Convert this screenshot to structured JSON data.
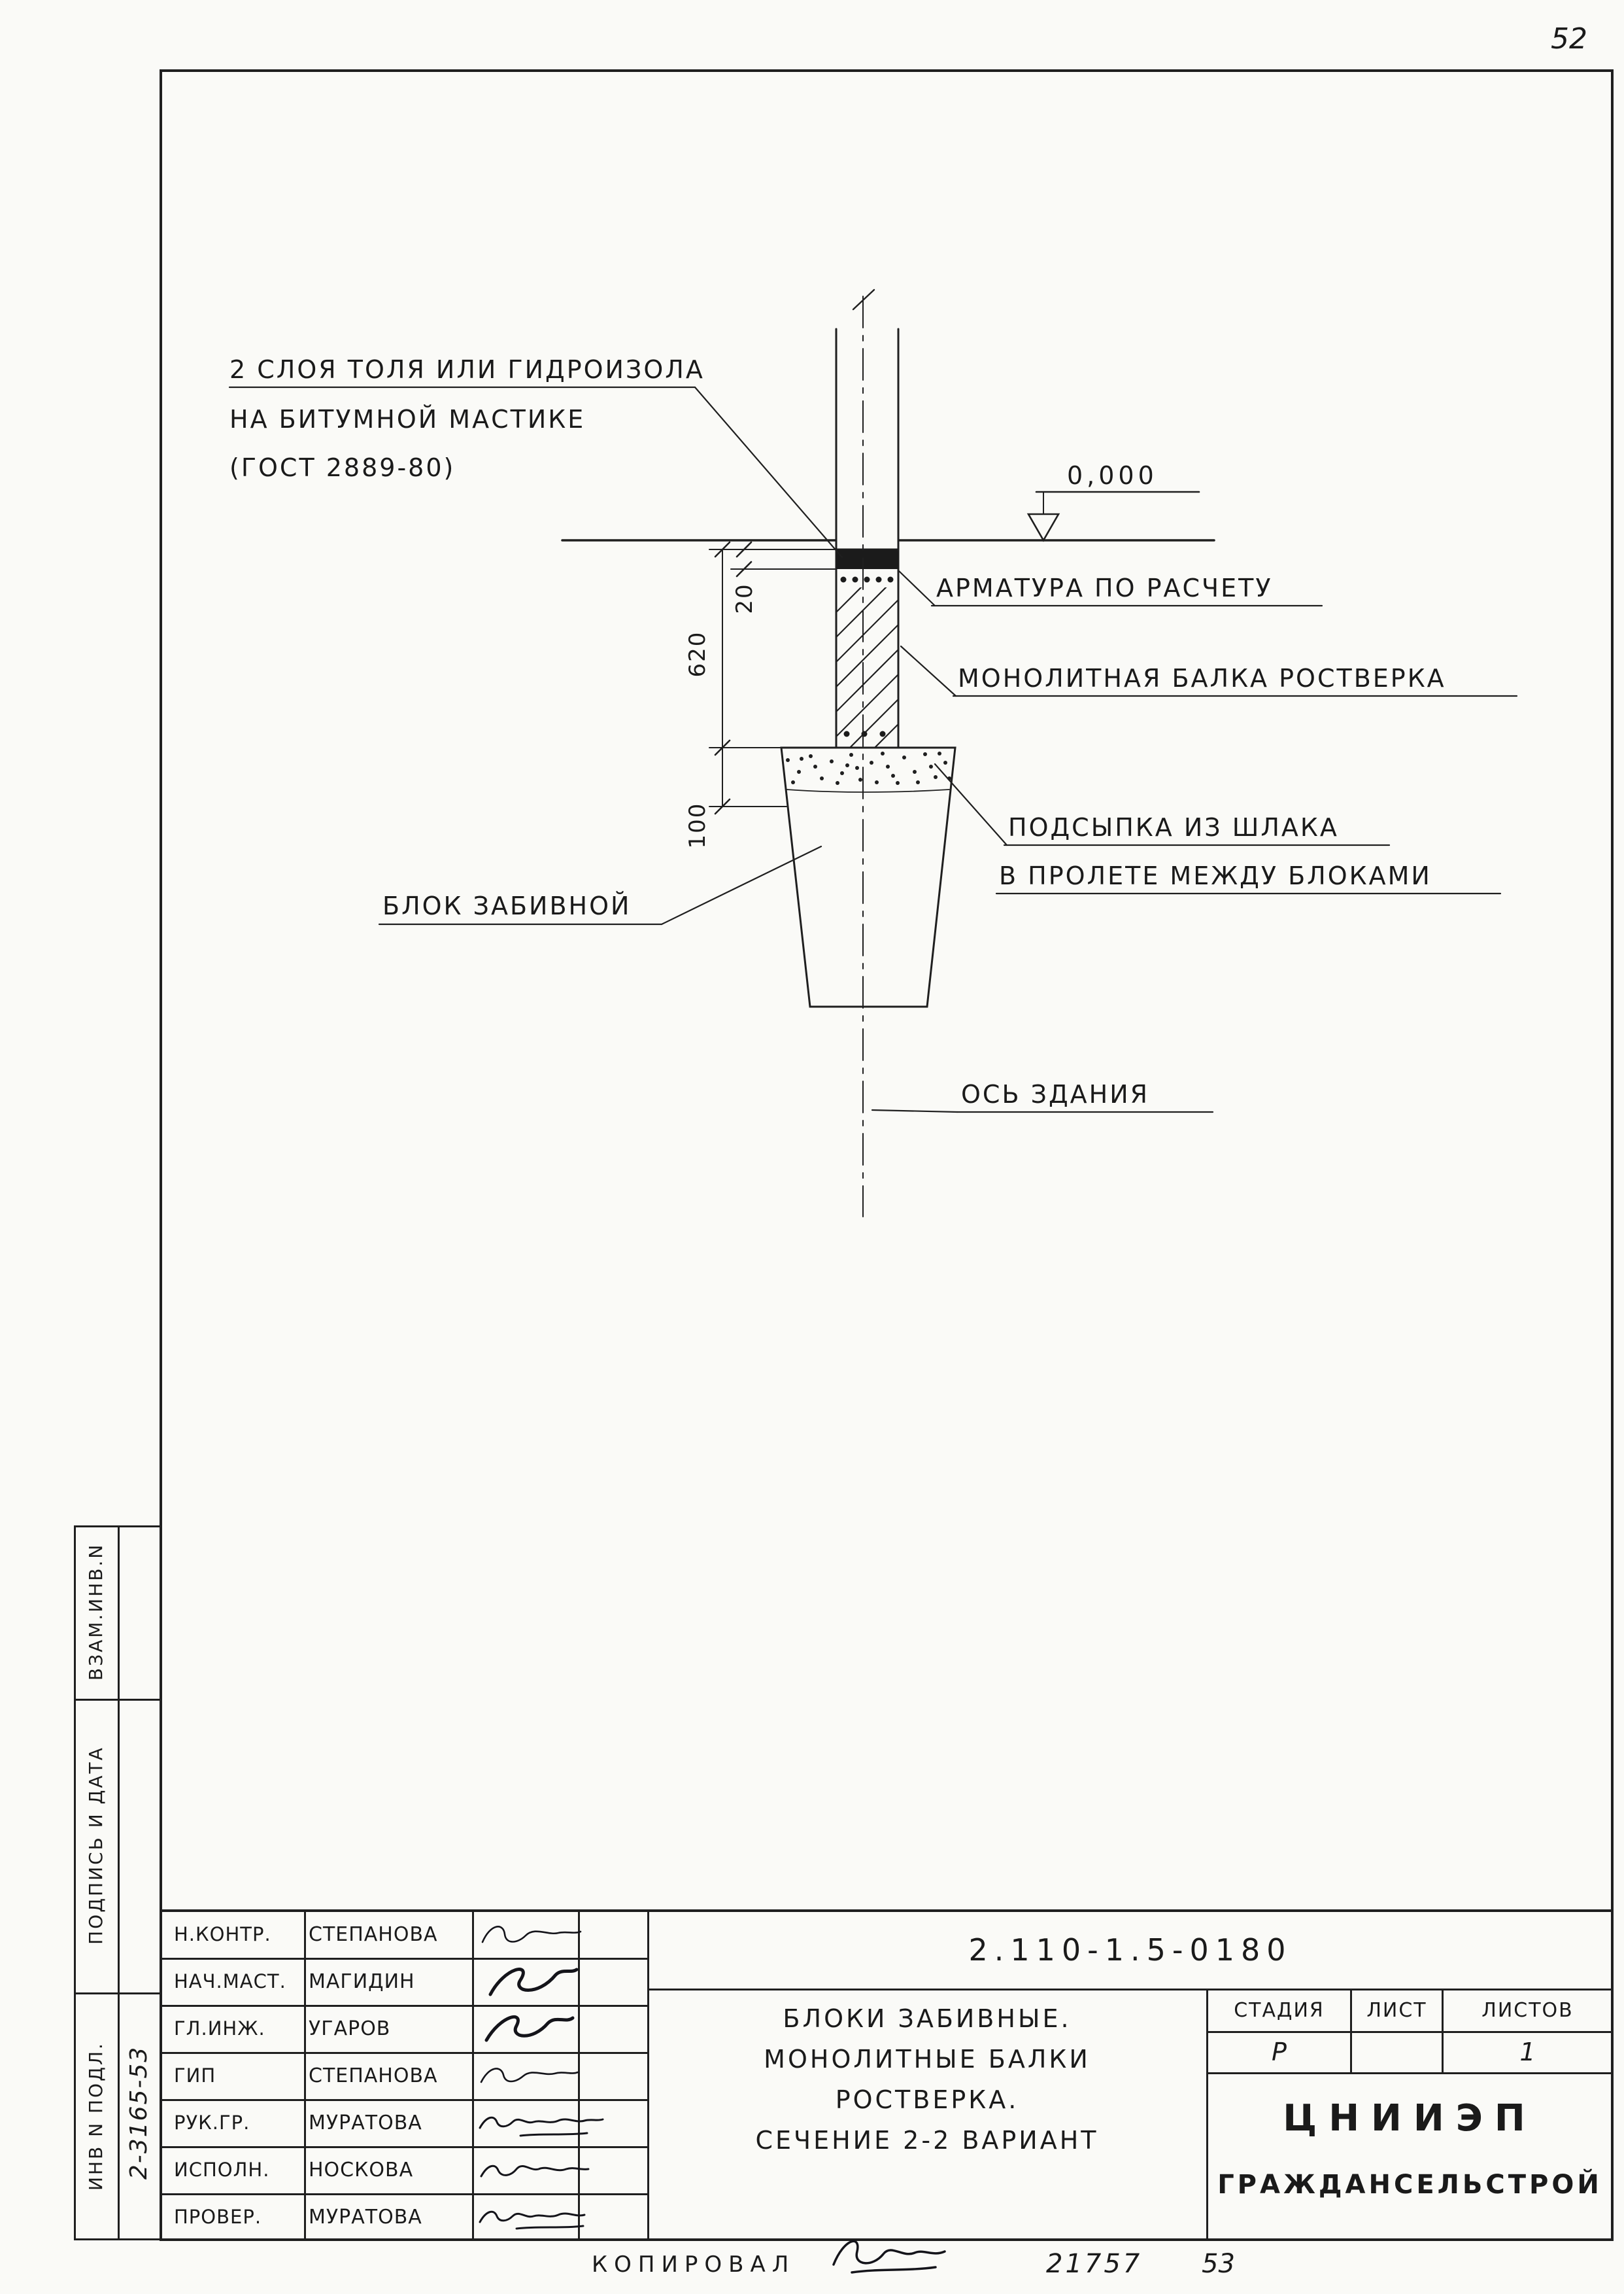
{
  "page": {
    "sheet_number_top": "52",
    "sheet_number_bottom": "53",
    "copied_label": "КОПИРОВАЛ",
    "copy_number": "21757"
  },
  "margin_strip": {
    "box1": "ВЗАМ.ИНВ.N",
    "box2": "ПОДПИСЬ И ДАТА",
    "box3": "ИНВ N ПОДЛ.",
    "inventory_number": "2-3165-53"
  },
  "drawing": {
    "note_line1": "2 СЛОЯ ТОЛЯ ИЛИ ГИДРОИЗОЛА",
    "note_line2": "НА БИТУМНОЙ МАСТИКЕ",
    "note_line3": "(ГОСТ 2889-80)",
    "elevation": "0,000",
    "label_reinforcement": "АРМАТУРА ПО РАСЧЕТУ",
    "label_beam": "МОНОЛИТНАЯ БАЛКА РОСТВЕРКА",
    "label_bedding1": "ПОДСЫПКА ИЗ ШЛАКА",
    "label_bedding2": "В ПРОЛЕТЕ МЕЖДУ БЛОКАМИ",
    "label_block": "БЛОК ЗАБИВНОЙ",
    "label_axis": "ОСЬ ЗДАНИЯ",
    "dim_620": "620",
    "dim_100": "100",
    "dim_20": "20"
  },
  "title_block": {
    "doc_number": "2.110-1.5-0180",
    "title_line1": "БЛОКИ ЗАБИВНЫЕ.",
    "title_line2": "МОНОЛИТНЫЕ БАЛКИ",
    "title_line3": "РОСТВЕРКА.",
    "title_line4": "СЕЧЕНИЕ 2-2 ВАРИАНТ",
    "stage_label": "СТАДИЯ",
    "sheet_label": "ЛИСТ",
    "sheets_label": "ЛИСТОВ",
    "stage_value": "Р",
    "sheets_value": "1",
    "org_name1": "ЦНИИЭП",
    "org_name2": "ГРАЖДАНСЕЛЬСТРОЙ",
    "rows": [
      {
        "role": "Н.КОНТР.",
        "name": "СТЕПАНОВА"
      },
      {
        "role": "НАЧ.МАСТ.",
        "name": "МАГИДИН"
      },
      {
        "role": "ГЛ.ИНЖ.",
        "name": "УГАРОВ"
      },
      {
        "role": "ГИП",
        "name": "СТЕПАНОВА"
      },
      {
        "role": "РУК.ГР.",
        "name": "МУРАТОВА"
      },
      {
        "role": "ИСПОЛН.",
        "name": "НОСКОВА"
      },
      {
        "role": "ПРОВЕР.",
        "name": "МУРАТОВА"
      }
    ]
  }
}
